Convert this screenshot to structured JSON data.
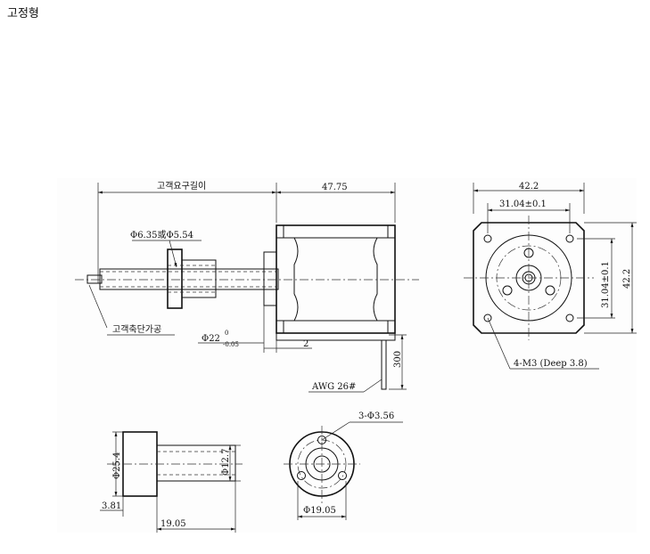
{
  "page": {
    "title": "고정형"
  },
  "drawing": {
    "labels": {
      "screw_length": "고객요구길이",
      "body_length": "47.75",
      "nut_thread": "Φ6.35或Φ5.54",
      "shaft_processing": "고객축단가공",
      "boss_dia_main": "Φ22",
      "boss_tol_upper": "0",
      "boss_tol_lower": "-0.05",
      "boss_len": "2",
      "lead_len": "300",
      "wire": "AWG 26#",
      "face_width": "42.2",
      "hole_pitch_h": "31.04±0.1",
      "hole_pitch_v": "31.04±0.1",
      "face_height": "42.2",
      "mount_holes": "4-M3 (Deep 3.8)",
      "nut_flange_dia": "Φ25.4",
      "nut_body_dia": "Φ12.7",
      "nut_flange_thk": "3.81",
      "nut_len": "19.05",
      "nut_holes": "3-Φ3.56",
      "nut_pcd": "Φ19.05"
    }
  }
}
